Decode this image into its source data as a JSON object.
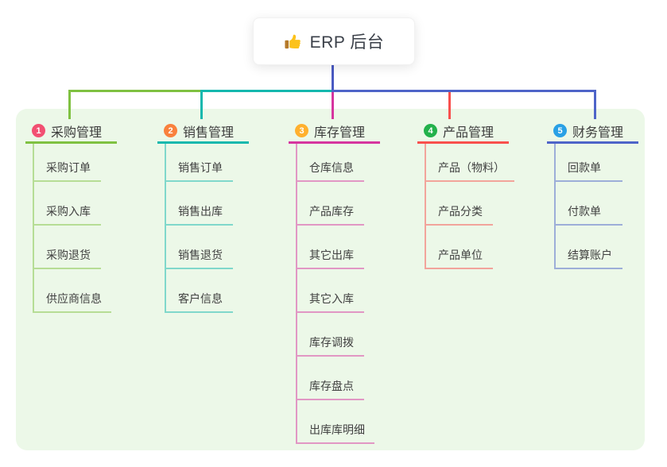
{
  "root": {
    "icon": "thumbs-up-icon",
    "label": "ERP 后台"
  },
  "branches": [
    {
      "num": "1",
      "label": "采购管理",
      "line_color": "#7fc141",
      "badge_color": "#f25072",
      "children": [
        "采购订单",
        "采购入库",
        "采购退货",
        "供应商信息"
      ]
    },
    {
      "num": "2",
      "label": "销售管理",
      "line_color": "#14b8ae",
      "badge_color": "#f9813d",
      "children": [
        "销售订单",
        "销售出库",
        "销售退货",
        "客户信息"
      ]
    },
    {
      "num": "3",
      "label": "库存管理",
      "line_color": "#d6359f",
      "badge_color": "#ffb02e",
      "children": [
        "仓库信息",
        "产品库存",
        "其它出库",
        "其它入库",
        "库存调拨",
        "库存盘点",
        "出库库明细"
      ]
    },
    {
      "num": "4",
      "label": "产品管理",
      "line_color": "#f8504d",
      "badge_color": "#23b14b",
      "children": [
        "产品（物料）",
        "产品分类",
        "产品单位"
      ]
    },
    {
      "num": "5",
      "label": "财务管理",
      "line_color": "#4e64c8",
      "badge_color": "#29a0e5",
      "children": [
        "回款单",
        "付款单",
        "结算账户"
      ]
    }
  ],
  "connector": {
    "stem_color": "#4a5ac2"
  },
  "canvas": {
    "page_bg": "#ffffff",
    "panel_bg": "#ecf8e8",
    "text_color": "#3c3c3c"
  }
}
